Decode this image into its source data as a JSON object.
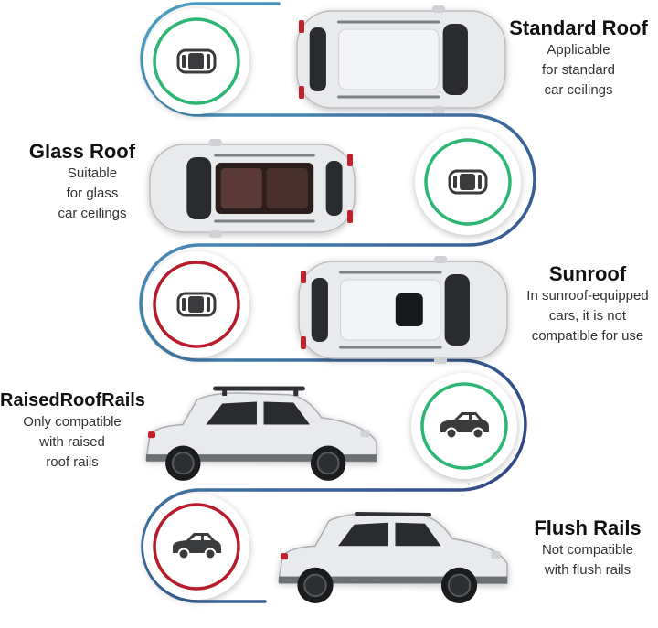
{
  "sections": [
    {
      "title": "Standard Roof",
      "lines": [
        "Applicable",
        "for standard",
        "car ceilings"
      ],
      "status": "compatible",
      "icon": "car-top-icon",
      "car_view": "top",
      "car_roof": "standard"
    },
    {
      "title": "Glass Roof",
      "lines": [
        "Suitable",
        "for glass",
        "car ceilings"
      ],
      "status": "compatible",
      "icon": "car-top-icon",
      "car_view": "top",
      "car_roof": "glass"
    },
    {
      "title": "Sunroof",
      "lines": [
        "In sunroof-equipped",
        "cars, it is not",
        "compatible for use"
      ],
      "status": "incompatible",
      "icon": "car-top-icon",
      "car_view": "top",
      "car_roof": "sunroof"
    },
    {
      "title": "RaisedRoofRails",
      "lines": [
        "Only compatible",
        "with raised",
        "roof rails"
      ],
      "status": "compatible",
      "icon": "sedan-side-icon",
      "car_view": "side",
      "car_roof": "raised-rails"
    },
    {
      "title": "Flush Rails",
      "lines": [
        "Not compatible",
        "with flush rails"
      ],
      "status": "incompatible",
      "icon": "sedan-side-icon",
      "car_view": "side",
      "car_roof": "flush-rails"
    }
  ],
  "colors": {
    "compatible": "#2bb673",
    "incompatible": "#b71c2a",
    "path_light": "#4fa3c7",
    "path_dark": "#2b3a7a",
    "car_body": "#e9eaec",
    "car_dark": "#2a2b2e",
    "tail_light": "#c0212e"
  }
}
